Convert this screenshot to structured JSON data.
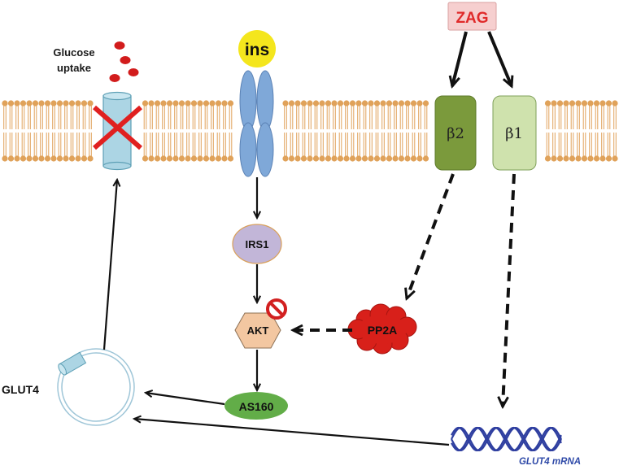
{
  "labels": {
    "zag": "ZAG",
    "ins": "ins",
    "glucose": "Glucose",
    "uptake": "uptake",
    "beta2": "β2",
    "beta1": "β1",
    "irs1": "IRS1",
    "akt": "AKT",
    "pp2a": "PP2A",
    "as160": "AS160",
    "glut4": "GLUT4",
    "glut4_mrna": "GLUT4 mRNA"
  },
  "colors": {
    "membrane_lipid": "#e0a25a",
    "zag_fill": "#f6cfcf",
    "zag_text": "#e02a2a",
    "ins_fill": "#f4e61d",
    "receptor_fill": "#7fa8d8",
    "beta2_fill": "#7b9a3c",
    "beta1_fill": "#cfe2ad",
    "irs1_fill": "#c2b6d8",
    "akt_fill": "#f3c7a1",
    "pp2a_fill": "#d8201a",
    "as160_fill": "#62ad48",
    "glucose_dot": "#d21c1c",
    "transporter_fill": "#acd5e4",
    "cross": "#e02020",
    "inhibit": "#d22020",
    "dna": "#2f3fa0",
    "mrna_text": "#2f4aa8"
  },
  "icons": {
    "transporter_blocked": "x-cross-icon",
    "akt_inhibition": "prohibition-icon",
    "dna_helix": "dna-helix-icon"
  }
}
